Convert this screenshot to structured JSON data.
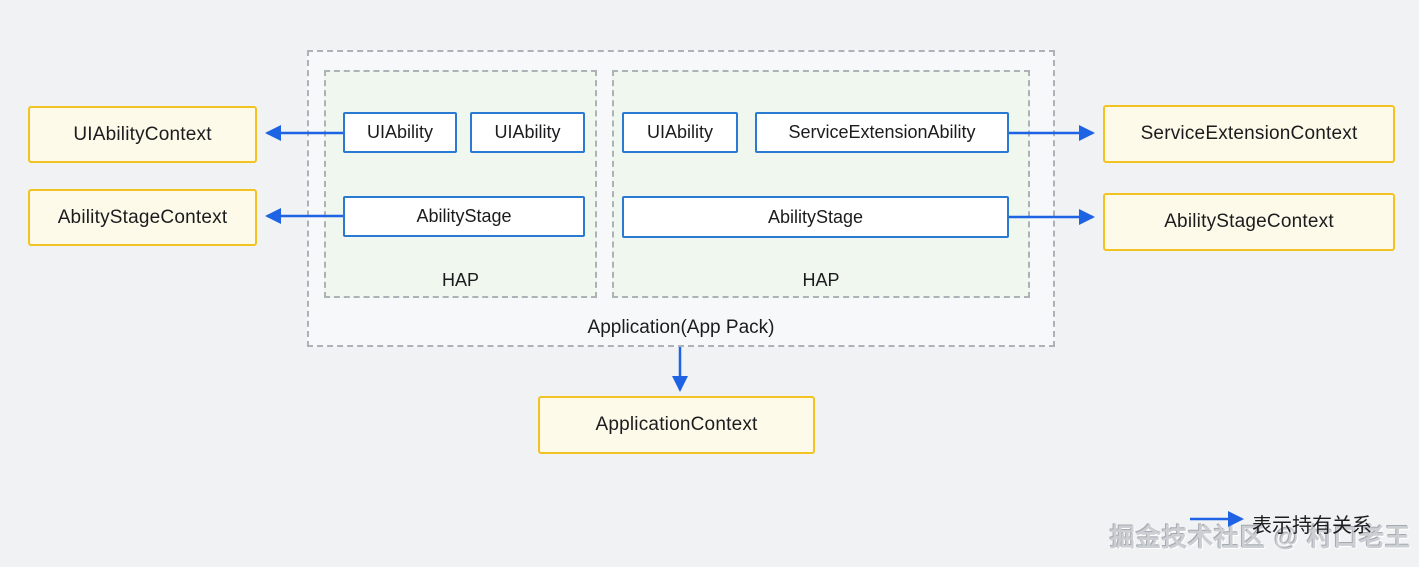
{
  "diagram": {
    "title_none_visible": "",
    "application": {
      "label": "Application(App Pack)",
      "haps": [
        {
          "label": "HAP",
          "top_row": [
            "UIAbility",
            "UIAbility"
          ],
          "stage": "AbilityStage"
        },
        {
          "label": "HAP",
          "top_row": [
            "UIAbility",
            "ServiceExtensionAbility"
          ],
          "stage": "AbilityStage"
        }
      ]
    },
    "context_boxes": {
      "left": [
        "UIAbilityContext",
        "AbilityStageContext"
      ],
      "right": [
        "ServiceExtensionContext",
        "AbilityStageContext"
      ],
      "bottom": "ApplicationContext"
    },
    "arrows": [
      {
        "from": "UIAbility (HAP 1)",
        "to": "UIAbilityContext",
        "direction": "left"
      },
      {
        "from": "AbilityStage (HAP 1)",
        "to": "AbilityStageContext",
        "direction": "left"
      },
      {
        "from": "ServiceExtensionAbility (HAP 2)",
        "to": "ServiceExtensionContext",
        "direction": "right"
      },
      {
        "from": "AbilityStage (HAP 2)",
        "to": "AbilityStageContext",
        "direction": "right"
      },
      {
        "from": "Application(App Pack)",
        "to": "ApplicationContext",
        "direction": "down"
      }
    ]
  },
  "legend": {
    "arrow_meaning": "表示持有关系"
  },
  "watermark": {
    "text": "掘金技术社区 @ 村口老王"
  },
  "colors": {
    "page_bg": "#f1f2f4",
    "arrow_blue": "#1d63e3",
    "ability_border_blue": "#2b7ad2",
    "context_border_yellow": "#f3c322",
    "context_bg": "#fdfae9",
    "hap_bg": "#f0f7ef",
    "dashed_border": "#adb2b6",
    "text": "#1c1c1e"
  }
}
